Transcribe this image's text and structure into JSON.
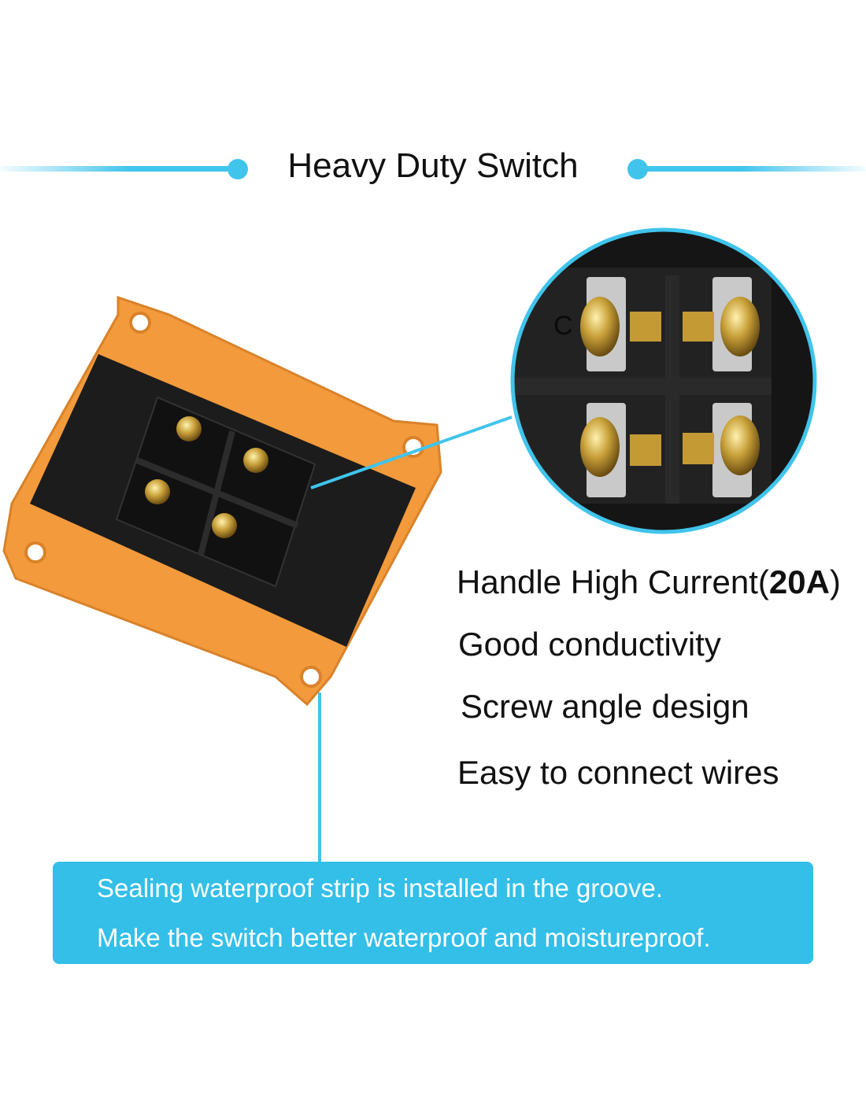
{
  "title": "Heavy Duty Switch",
  "zoom_label": "C",
  "features": [
    {
      "text": "Handle High Current(",
      "bold": "20A",
      "suffix": ")"
    },
    {
      "text": "Good conductivity"
    },
    {
      "text": "Screw angle design"
    },
    {
      "text": "Easy to connect wires"
    }
  ],
  "note": {
    "line1": "Sealing waterproof strip is installed in the groove.",
    "line2": "Make the switch better waterproof and moistureproof."
  },
  "colors": {
    "accent": "#40c4ec",
    "note_bg": "#33bfe8",
    "gasket": "#f29a3c"
  }
}
